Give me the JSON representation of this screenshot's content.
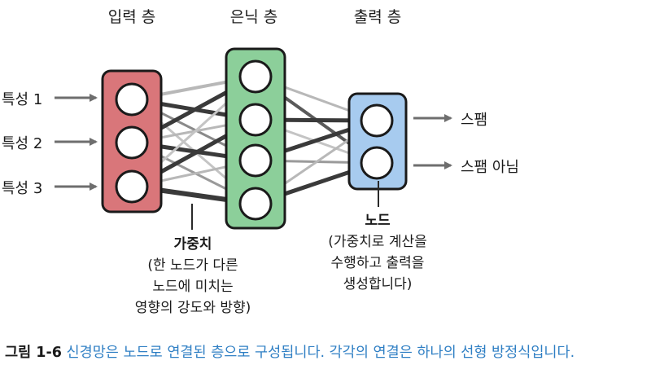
{
  "layers": {
    "input": "입력 층",
    "hidden": "은닉 층",
    "output": "출력 층"
  },
  "inputs": [
    "특성 1",
    "특성 2",
    "특성 3"
  ],
  "outputs": [
    "스팸",
    "스팸 아님"
  ],
  "weights_note": {
    "title": "가중치",
    "line1": "(한 노드가 다른",
    "line2": "노드에 미치는",
    "line3": "영향의 강도와 방향)"
  },
  "node_note": {
    "title": "노드",
    "line1": "(가중치로 계산을",
    "line2": "수행하고 출력을",
    "line3": "생성합니다)"
  },
  "caption": {
    "number": "그림 1-6",
    "text": "신경망은 노드로 연결된 층으로 구성됩니다. 각각의 연결은 하나의 선형 방정식입니다."
  },
  "colors": {
    "input_layer": "#d9767a",
    "hidden_layer": "#8ccf9a",
    "output_layer": "#a7cbef",
    "strong_weight": "#3a3a3a",
    "weak_weight": "#b8b8b8",
    "caption_text": "#2f7fc4"
  }
}
